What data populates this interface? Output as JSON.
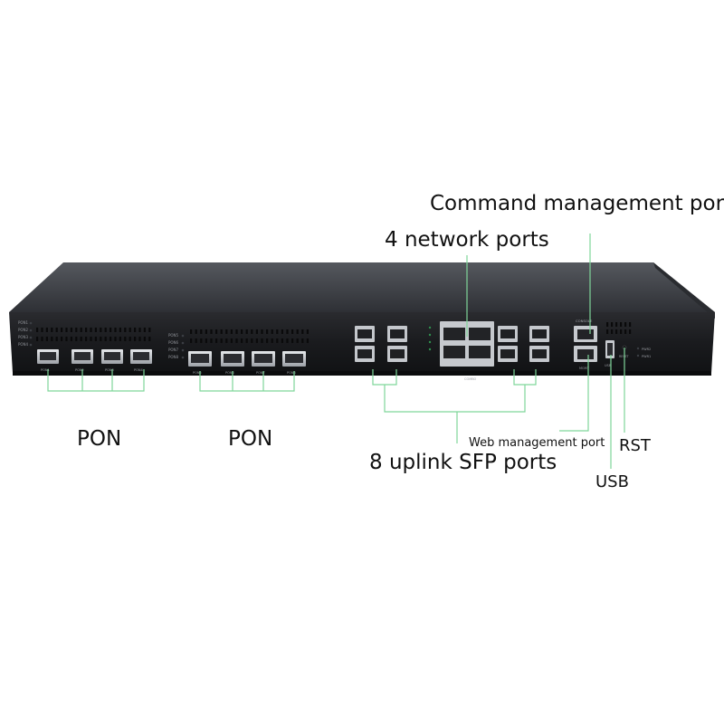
{
  "callouts": {
    "command_management_port": "Command management port",
    "network_ports": "4 network ports",
    "pon_left": "PON",
    "pon_right": "PON",
    "web_management_port": "Web management port",
    "rst": "RST",
    "uplink_sfp_ports": "8 uplink SFP ports",
    "usb": "USB"
  },
  "device": {
    "pon_led_labels": [
      "PON1",
      "PON2",
      "PON3",
      "PON4"
    ],
    "pon_led_labels_b": [
      "PON5",
      "PON6",
      "PON7",
      "PON8"
    ],
    "pon_port_labels_a": [
      "PON1",
      "PON2",
      "PON3",
      "PON4"
    ],
    "pon_port_labels_b": [
      "PON5",
      "PON6",
      "PON7",
      "PON8"
    ],
    "console_label": "CONSOLE",
    "mgmt_label": "MGMT",
    "usb_label": "USB",
    "reset_label": "RESET",
    "pwr_labels": [
      "PWR2",
      "PWR1"
    ],
    "combo_label": "COMBO"
  },
  "colors": {
    "callout_line": "#7fd69a",
    "chassis_top": "#3d4046",
    "chassis_face": "#1c1d20",
    "port_silver": "#c9ccd1"
  }
}
